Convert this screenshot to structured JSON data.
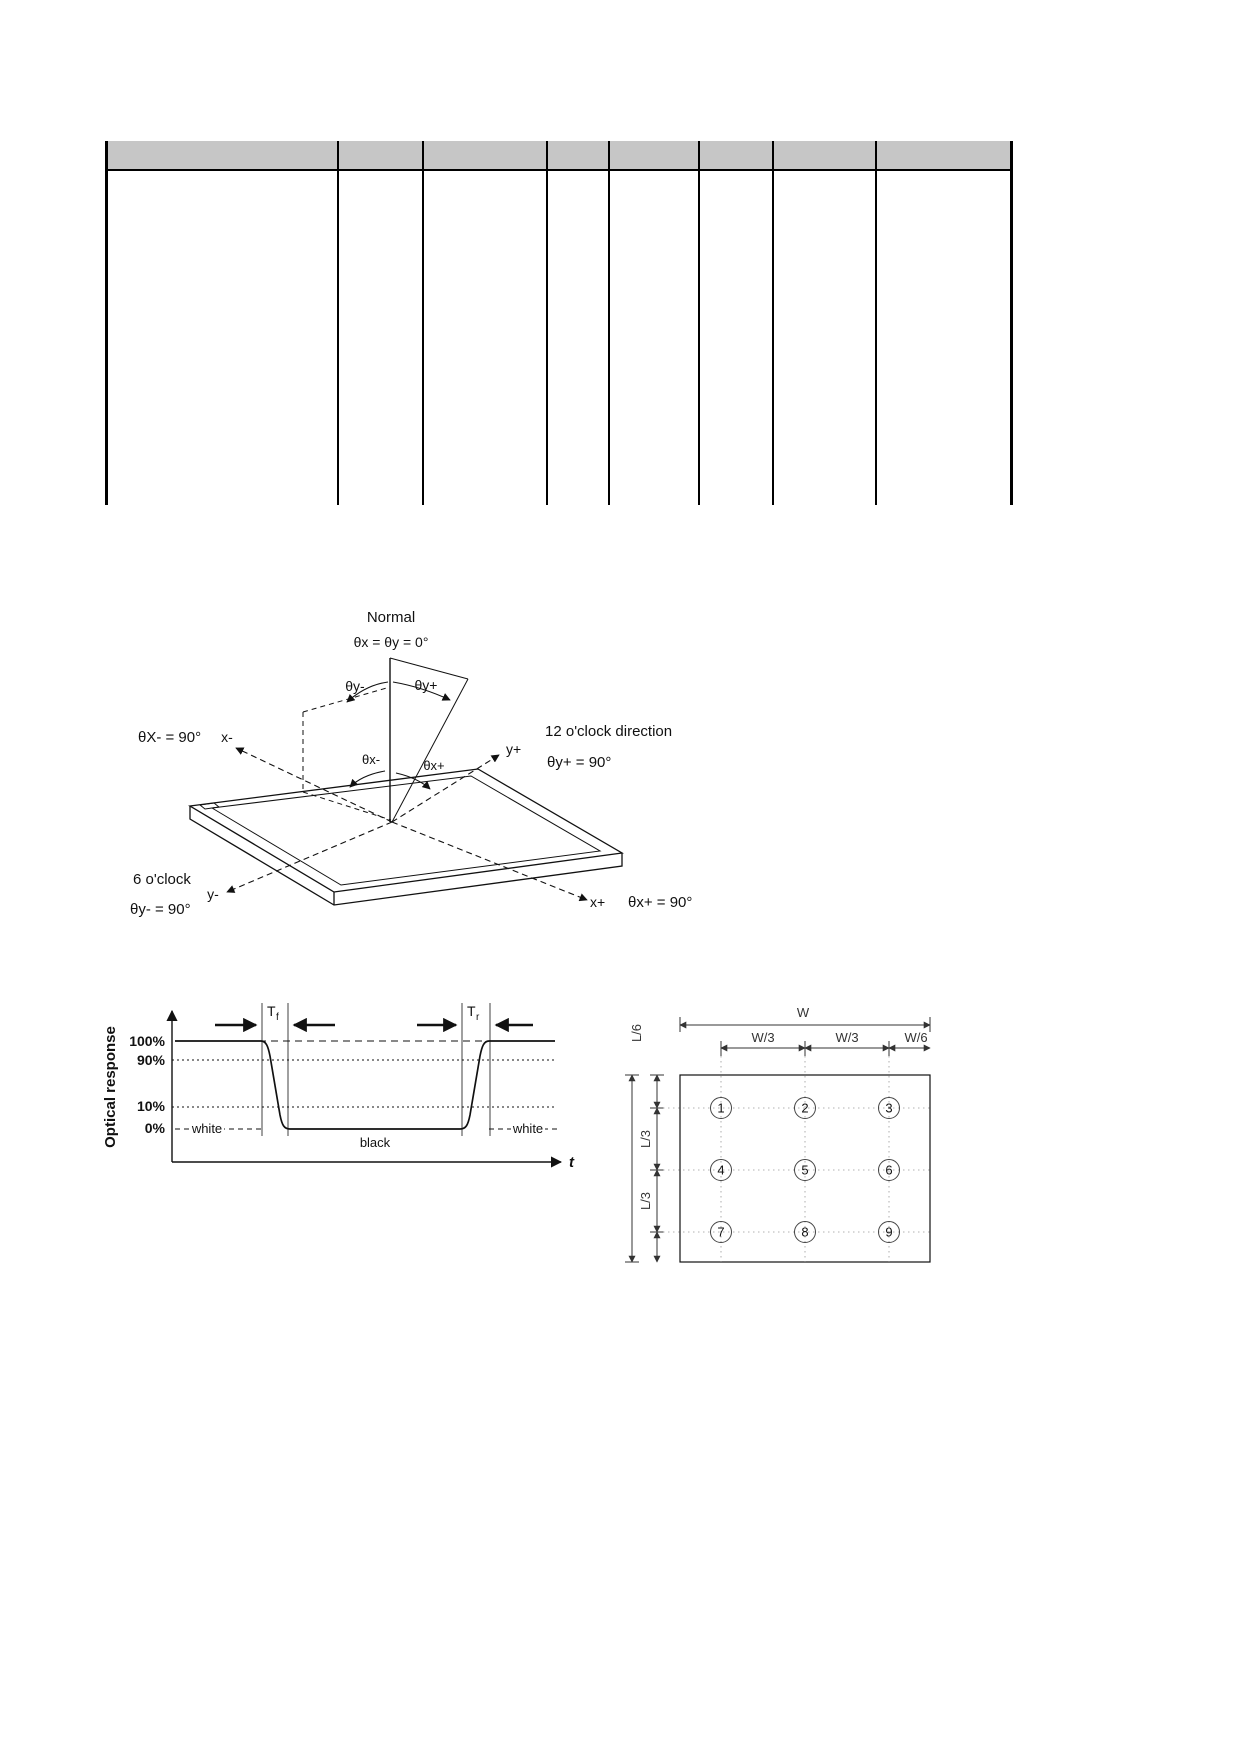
{
  "table": {
    "header_bg": "#c6c6c6"
  },
  "viewing_angle_diagram": {
    "normal": "Normal",
    "normal_angles": "θx = θy = 0°",
    "theta_y_minus": "θy-",
    "theta_y_plus": "θy+",
    "theta_x_minus_max": "θX- = 90°",
    "axis_x_minus": "x-",
    "axis_y_plus": "y+",
    "twelve_oclock": "12 o'clock direction",
    "theta_y_plus_max": "θy+ = 90°",
    "theta_x_minus": "θx-",
    "theta_x_plus": "θx+",
    "six_oclock": "6 o'clock",
    "theta_y_minus_max": "θy- = 90°",
    "axis_y_minus": "y-",
    "axis_x_plus": "x+",
    "theta_x_plus_max": "θx+ = 90°"
  },
  "response_diagram": {
    "ylabel": "Optical response",
    "level_100": "100%",
    "level_90": "90%",
    "level_10": "10%",
    "level_0": "0%",
    "tf_main": "T",
    "tf_sub": "f",
    "tr_main": "T",
    "tr_sub": "r",
    "white_left": "white",
    "black_label": "black",
    "white_right": "white",
    "time_axis": "t"
  },
  "measurement_diagram": {
    "width_label": "W",
    "w3_left": "W/3",
    "w3_right": "W/3",
    "w6_label": "W/6",
    "l6_label": "L/6",
    "l3_top": "L/3",
    "l3_bottom": "L/3",
    "points": [
      "1",
      "2",
      "3",
      "4",
      "5",
      "6",
      "7",
      "8",
      "9"
    ]
  }
}
